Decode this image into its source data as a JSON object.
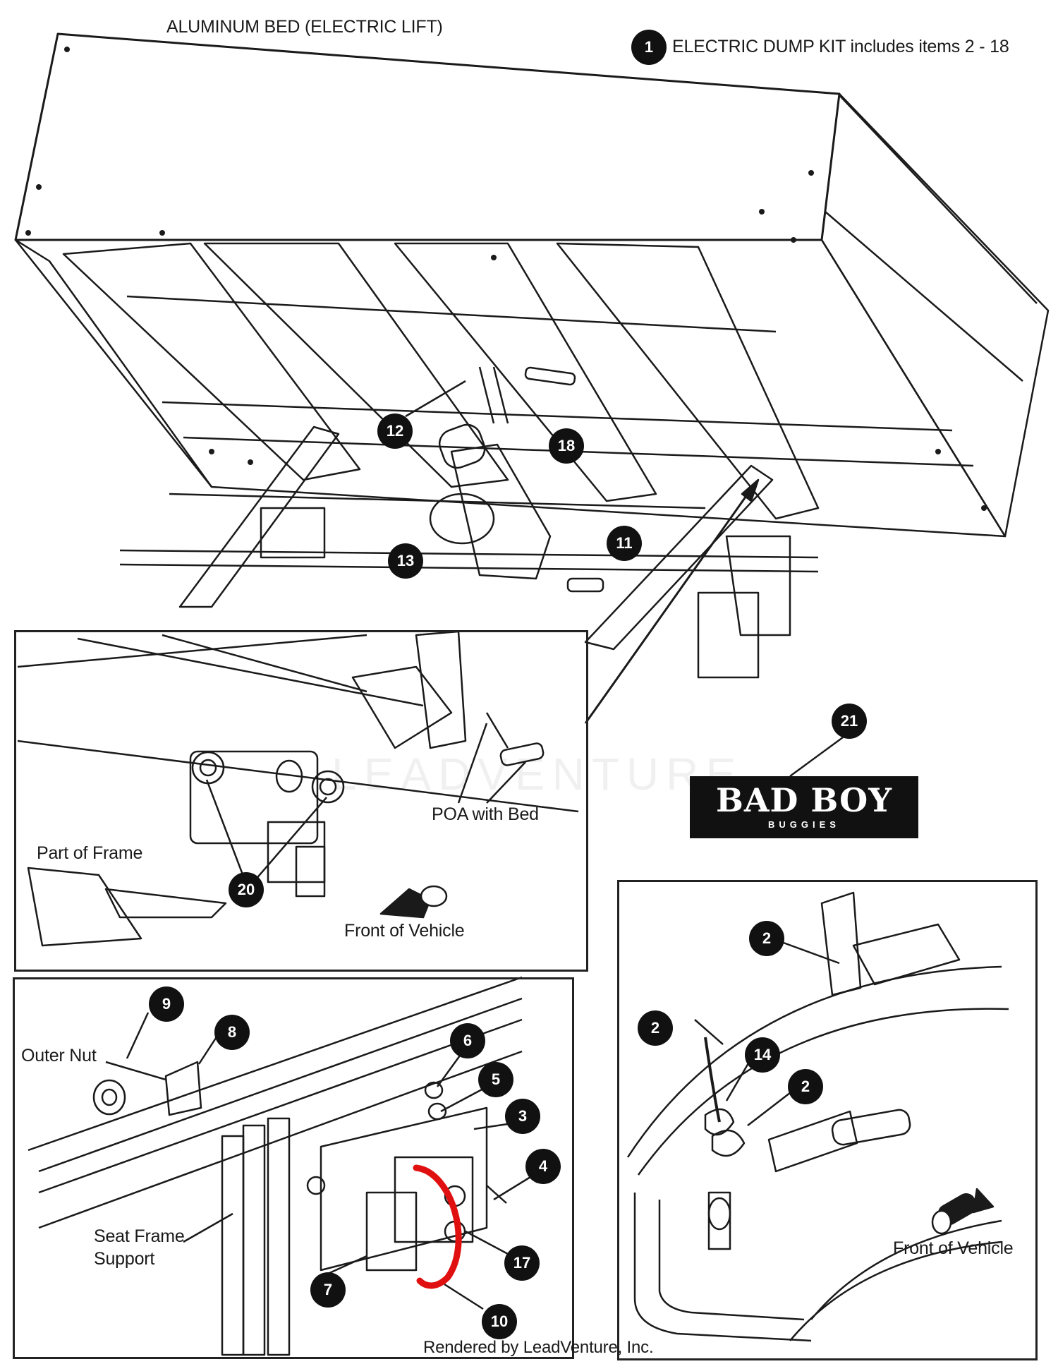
{
  "title": "ALUMINUM BED (ELECTRIC LIFT)",
  "kit": {
    "number": "1",
    "text": "ELECTRIC DUMP KIT includes items 2 - 18"
  },
  "labels": {
    "poa_with_bed": "POA with Bed",
    "part_of_frame": "Part of Frame",
    "front_of_vehicle_inset": "Front of Vehicle",
    "outer_nut": "Outer Nut",
    "seat_frame_support_line1": "Seat Frame",
    "seat_frame_support_line2": "Support",
    "front_of_vehicle_right": "Front of Vehicle"
  },
  "callouts": {
    "c12": "12",
    "c18": "18",
    "c11": "11",
    "c13": "13",
    "c20": "20",
    "c21": "21",
    "c9": "9",
    "c8": "8",
    "c6": "6",
    "c5": "5",
    "c3": "3",
    "c4": "4",
    "c17": "17",
    "c7": "7",
    "c10": "10",
    "c2a": "2",
    "c2b": "2",
    "c2c": "2",
    "c14": "14"
  },
  "logo": {
    "main": "BAD BOY",
    "sub": "BUGGIES"
  },
  "watermark": "LEADVENTURE",
  "footer": "Rendered by LeadVenture, Inc.",
  "colors": {
    "line": "#1a1a1a",
    "callout_bg": "#111111",
    "wire_highlight": "#e01010"
  }
}
